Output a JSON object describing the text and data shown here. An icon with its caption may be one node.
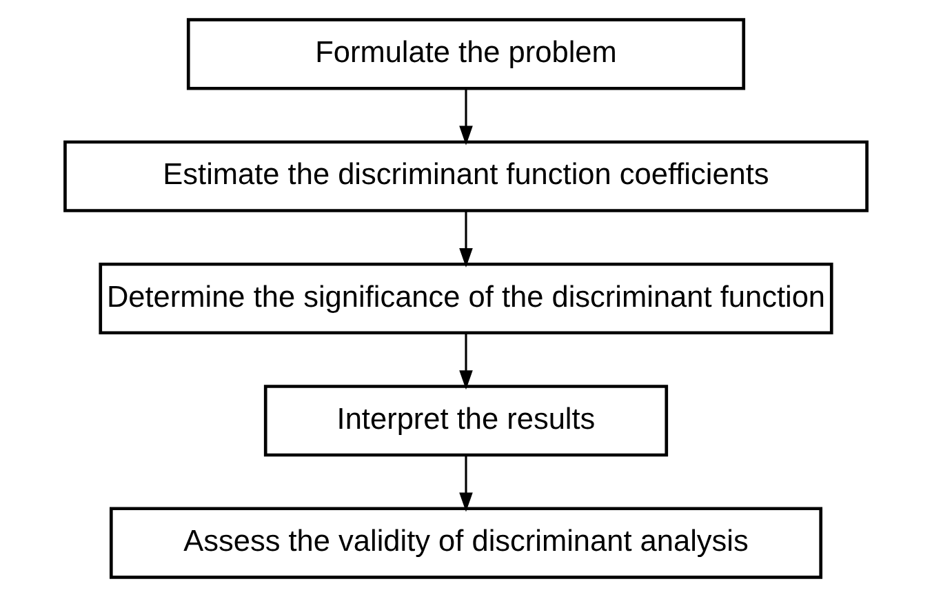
{
  "diagram": {
    "nodes": [
      {
        "text": [
          "Formulate the problem"
        ]
      },
      {
        "text": [
          "Estimate the discriminant function coefficients"
        ]
      },
      {
        "text": [
          "Determine the significance of the discriminant function"
        ]
      },
      {
        "text": [
          "Interpret the results"
        ]
      },
      {
        "text": [
          "Assess the validity of discriminant analysis"
        ]
      }
    ],
    "edges": [
      {
        "from": 0,
        "to": 1,
        "arrow": "to"
      },
      {
        "from": 1,
        "to": 2,
        "arrow": "to"
      },
      {
        "from": 2,
        "to": 3,
        "arrow": "to"
      },
      {
        "from": 3,
        "to": 4,
        "arrow": "to"
      }
    ]
  }
}
